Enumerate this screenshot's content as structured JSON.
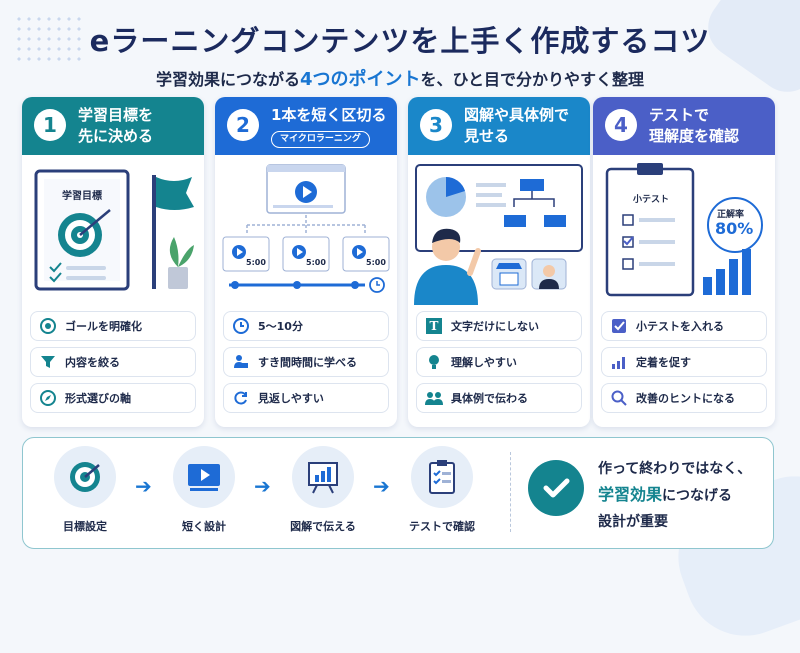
{
  "title": "eラーニングコンテンツを上手く作成するコツ",
  "subtitle": {
    "pre": "学習効果につながる",
    "highlight": "4つのポイント",
    "post": "を、ひと目で分かりやすく整理"
  },
  "cards": [
    {
      "num": "1",
      "title_line1": "学習目標を",
      "title_line2": "先に決める",
      "color": "#14848f",
      "ill": {
        "board_title": "学習目標"
      },
      "items": [
        {
          "icon": "target-icon",
          "label": "ゴールを明確化"
        },
        {
          "icon": "funnel-icon",
          "label": "内容を絞る"
        },
        {
          "icon": "compass-icon",
          "label": "形式選びの軸"
        }
      ]
    },
    {
      "num": "2",
      "title_line1": "1本を短く区切る",
      "tag": "マイクロラーニング",
      "color": "#1e6bd6",
      "ill": {
        "duration": "5:00"
      },
      "items": [
        {
          "icon": "clock-icon",
          "label": "5〜10分"
        },
        {
          "icon": "person-desk-icon",
          "label": "すき間時間に学べる"
        },
        {
          "icon": "refresh-icon",
          "label": "見返しやすい"
        }
      ]
    },
    {
      "num": "3",
      "title_line1": "図解や具体例で",
      "title_line2": "見せる",
      "color": "#1a87c9",
      "items": [
        {
          "icon": "text-t-icon",
          "label": "文字だけにしない"
        },
        {
          "icon": "lightbulb-icon",
          "label": "理解しやすい"
        },
        {
          "icon": "people-icon",
          "label": "具体例で伝わる"
        }
      ]
    },
    {
      "num": "4",
      "title_line1": "テストで",
      "title_line2": "理解度を確認",
      "color": "#4b5fc7",
      "ill": {
        "quiz_title": "小テスト",
        "rate_label": "正解率",
        "rate_value": "80%"
      },
      "items": [
        {
          "icon": "checkbox-icon",
          "label": "小テストを入れる"
        },
        {
          "icon": "bar-up-icon",
          "label": "定着を促す"
        },
        {
          "icon": "magnifier-icon",
          "label": "改善のヒントになる"
        }
      ]
    }
  ],
  "flow": [
    {
      "icon": "target-icon",
      "label": "目標設定"
    },
    {
      "icon": "video-icon",
      "label": "短く設計"
    },
    {
      "icon": "chart-board-icon",
      "label": "図解で伝える"
    },
    {
      "icon": "checklist-icon",
      "label": "テストで確認"
    }
  ],
  "conclusion": {
    "line1": "作って終わりではなく、",
    "highlight": "学習効果",
    "line2_post": "につなげる",
    "line3": "設計が重要"
  }
}
